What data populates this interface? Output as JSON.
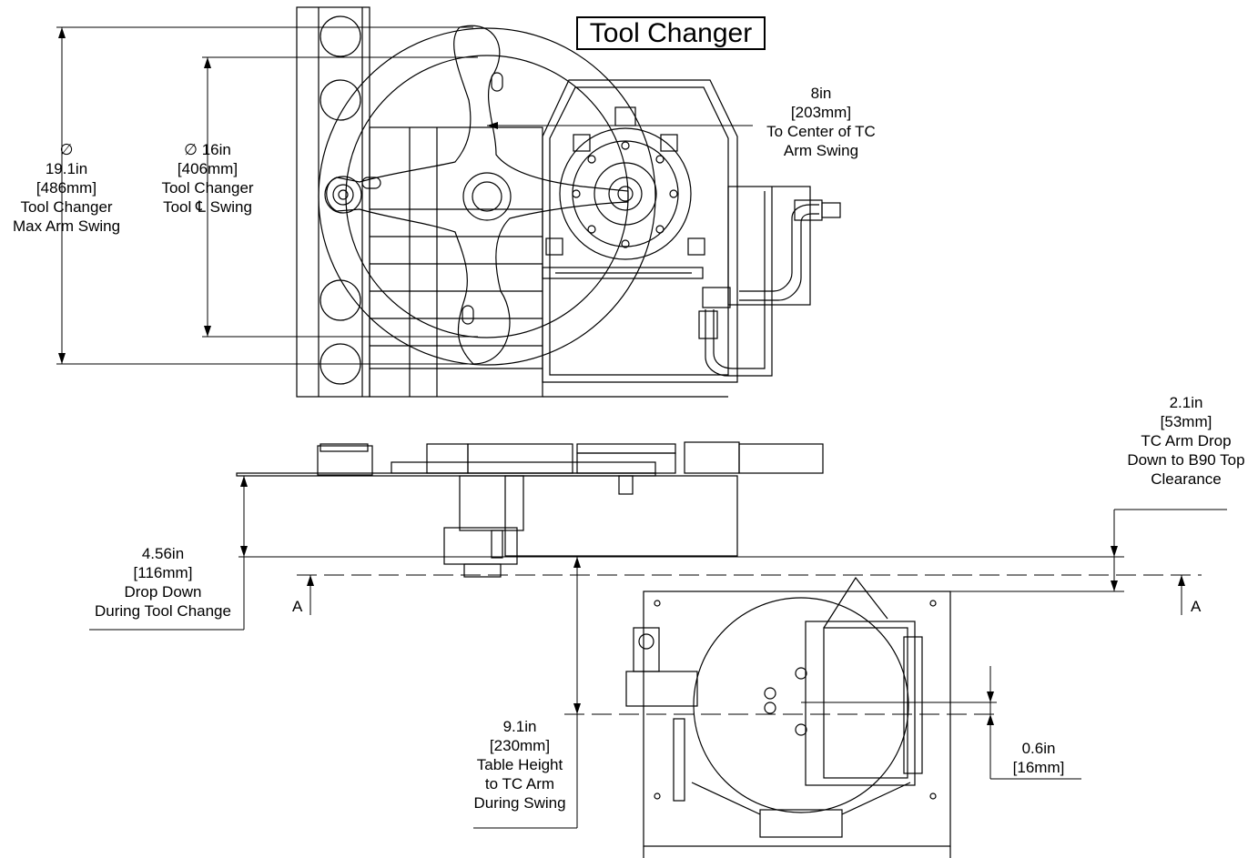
{
  "title": "Tool Changer",
  "dimensions": {
    "max_arm_swing": {
      "value": "19.1in",
      "metric": "486mm",
      "line1": "Tool Changer",
      "line2": "Max Arm Swing",
      "prefix": "∅"
    },
    "tool_cl_swing": {
      "value": "16in",
      "metric": "406mm",
      "line1": "Tool Changer",
      "line2": "Tool ℄ Swing",
      "prefix": "∅"
    },
    "center_tc_arm": {
      "value": "8in",
      "metric": "203mm",
      "line1": "To Center of TC",
      "line2": "Arm Swing"
    },
    "arm_drop_clearance": {
      "value": "2.1in",
      "metric": "53mm",
      "line1": "TC Arm Drop",
      "line2": "Down to B90 Top",
      "line3": "Clearance"
    },
    "drop_down": {
      "value": "4.56in",
      "metric": "116mm",
      "line1": "Drop Down",
      "line2": "During Tool Change"
    },
    "table_height": {
      "value": "9.1in",
      "metric": "230mm",
      "line1": "Table Height",
      "line2": "to TC Arm",
      "line3": "During Swing"
    },
    "offset": {
      "value": "0.6in",
      "metric": "16mm"
    }
  },
  "section_marker": {
    "left": "A",
    "right": "A"
  }
}
